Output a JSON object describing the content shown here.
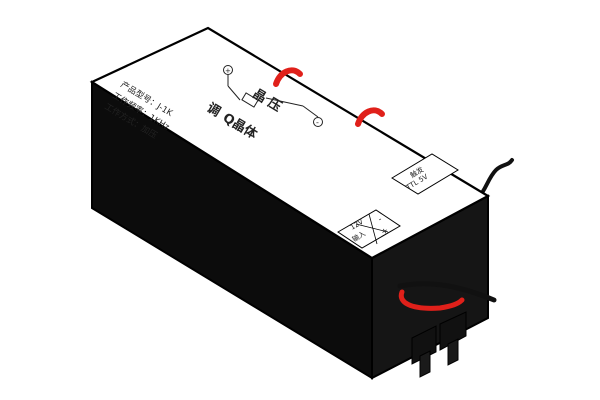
{
  "device": {
    "top_labels": {
      "specs": {
        "line1": "产品型号：J-1K",
        "line2": "工作频率：1KHz",
        "line3": "工作方式：加压"
      },
      "title_line1": "晶 压",
      "title_char_left": "调",
      "title_line2": "Q晶体",
      "plus_symbol": "+",
      "minus_symbol": "-"
    },
    "ttl_label": {
      "line1": "触发",
      "line2": "TTL 5V"
    },
    "power_label": {
      "voltage": "12V",
      "input": "输入",
      "minus": "-",
      "plus": "+"
    }
  },
  "colors": {
    "body": "#0c0c0c",
    "top": "#ffffff",
    "outline": "#000000",
    "wire_red": "#e0201a",
    "wire_black": "#111111"
  }
}
